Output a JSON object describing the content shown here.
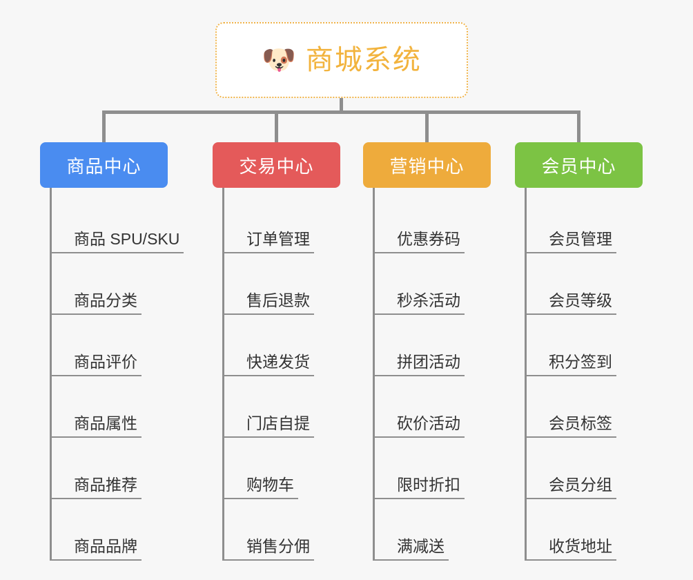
{
  "diagram": {
    "type": "mind-map",
    "background_color": "#f7f7f7",
    "root": {
      "icon": "dog-face-icon",
      "emoji": "🐶",
      "title": "商城系统",
      "title_color": "#f2b33d",
      "border_color": "#f0b44a"
    },
    "connector_color": "#8e8e8e",
    "branches": [
      {
        "label": "商品中心",
        "color": "#4a8cf0",
        "items": [
          "商品 SPU/SKU",
          "商品分类",
          "商品评价",
          "商品属性",
          "商品推荐",
          "商品品牌"
        ]
      },
      {
        "label": "交易中心",
        "color": "#e45a5a",
        "items": [
          "订单管理",
          "售后退款",
          "快递发货",
          "门店自提",
          "购物车",
          "销售分佣"
        ]
      },
      {
        "label": "营销中心",
        "color": "#eeab3c",
        "items": [
          "优惠券码",
          "秒杀活动",
          "拼团活动",
          "砍价活动",
          "限时折扣",
          "满减送"
        ]
      },
      {
        "label": "会员中心",
        "color": "#7cc council"
      }
    ]
  }
}
